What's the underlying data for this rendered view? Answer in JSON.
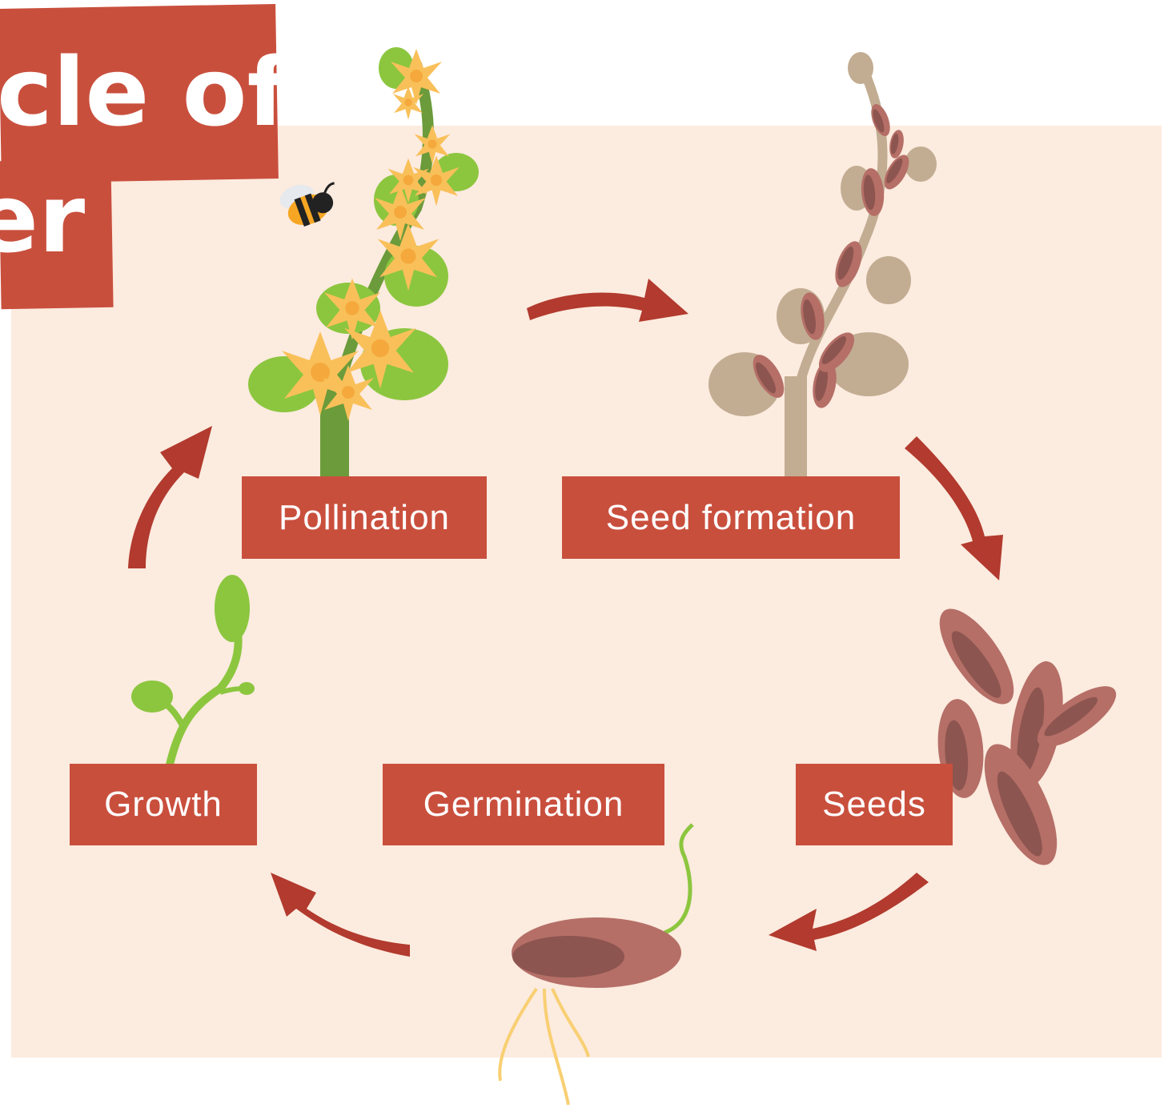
{
  "title": {
    "line1": "cle of",
    "line2": "er"
  },
  "stages": {
    "pollination": "Pollination",
    "seed_formation": "Seed formation",
    "seeds": "Seeds",
    "germination": "Germination",
    "growth": "Growth"
  },
  "colors": {
    "title_bg": "#c94f3d",
    "panel_bg": "#fcebdf",
    "arrow": "#b23a2e",
    "leaf_green": "#8cc63f",
    "flower_yellow": "#f9c05a",
    "seed_brown": "#b56f67",
    "dry_plant": "#c2ad92"
  },
  "icons": [
    "bee-icon",
    "flowering-plant-icon",
    "seed-pod-plant-icon",
    "seeds-icon",
    "germinating-seed-icon",
    "seedling-icon",
    "cycle-arrow-icon"
  ]
}
